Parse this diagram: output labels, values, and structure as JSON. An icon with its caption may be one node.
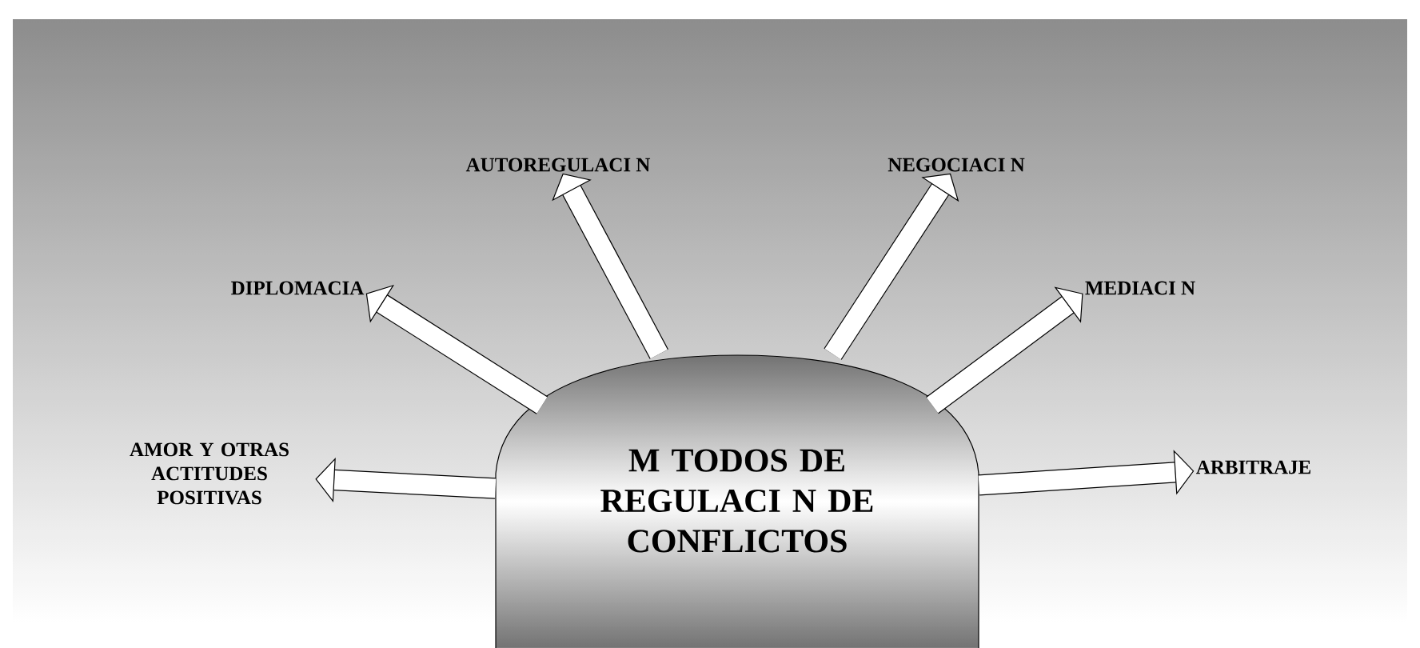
{
  "diagram": {
    "nodes": [
      {
        "text": [
          "M TODOS DE REGULACI N DE CONFLICTOS"
        ]
      },
      {
        "text": [
          "AMOR Y OTRAS ACTITUDES POSITIVAS"
        ]
      },
      {
        "text": [
          "DIPLOMACIA"
        ]
      },
      {
        "text": [
          "AUTOREGULACI N"
        ]
      },
      {
        "text": [
          "NEGOCIACI N"
        ]
      },
      {
        "text": [
          "MEDIACI N"
        ]
      },
      {
        "text": [
          "ARBITRAJE"
        ]
      }
    ],
    "edges": [
      {
        "from": 0,
        "to": 1,
        "arrow": "to"
      },
      {
        "from": 0,
        "to": 2,
        "arrow": "to"
      },
      {
        "from": 0,
        "to": 3,
        "arrow": "to"
      },
      {
        "from": 0,
        "to": 4,
        "arrow": "to"
      },
      {
        "from": 0,
        "to": 5,
        "arrow": "to"
      },
      {
        "from": 0,
        "to": 6,
        "arrow": "to"
      }
    ]
  }
}
